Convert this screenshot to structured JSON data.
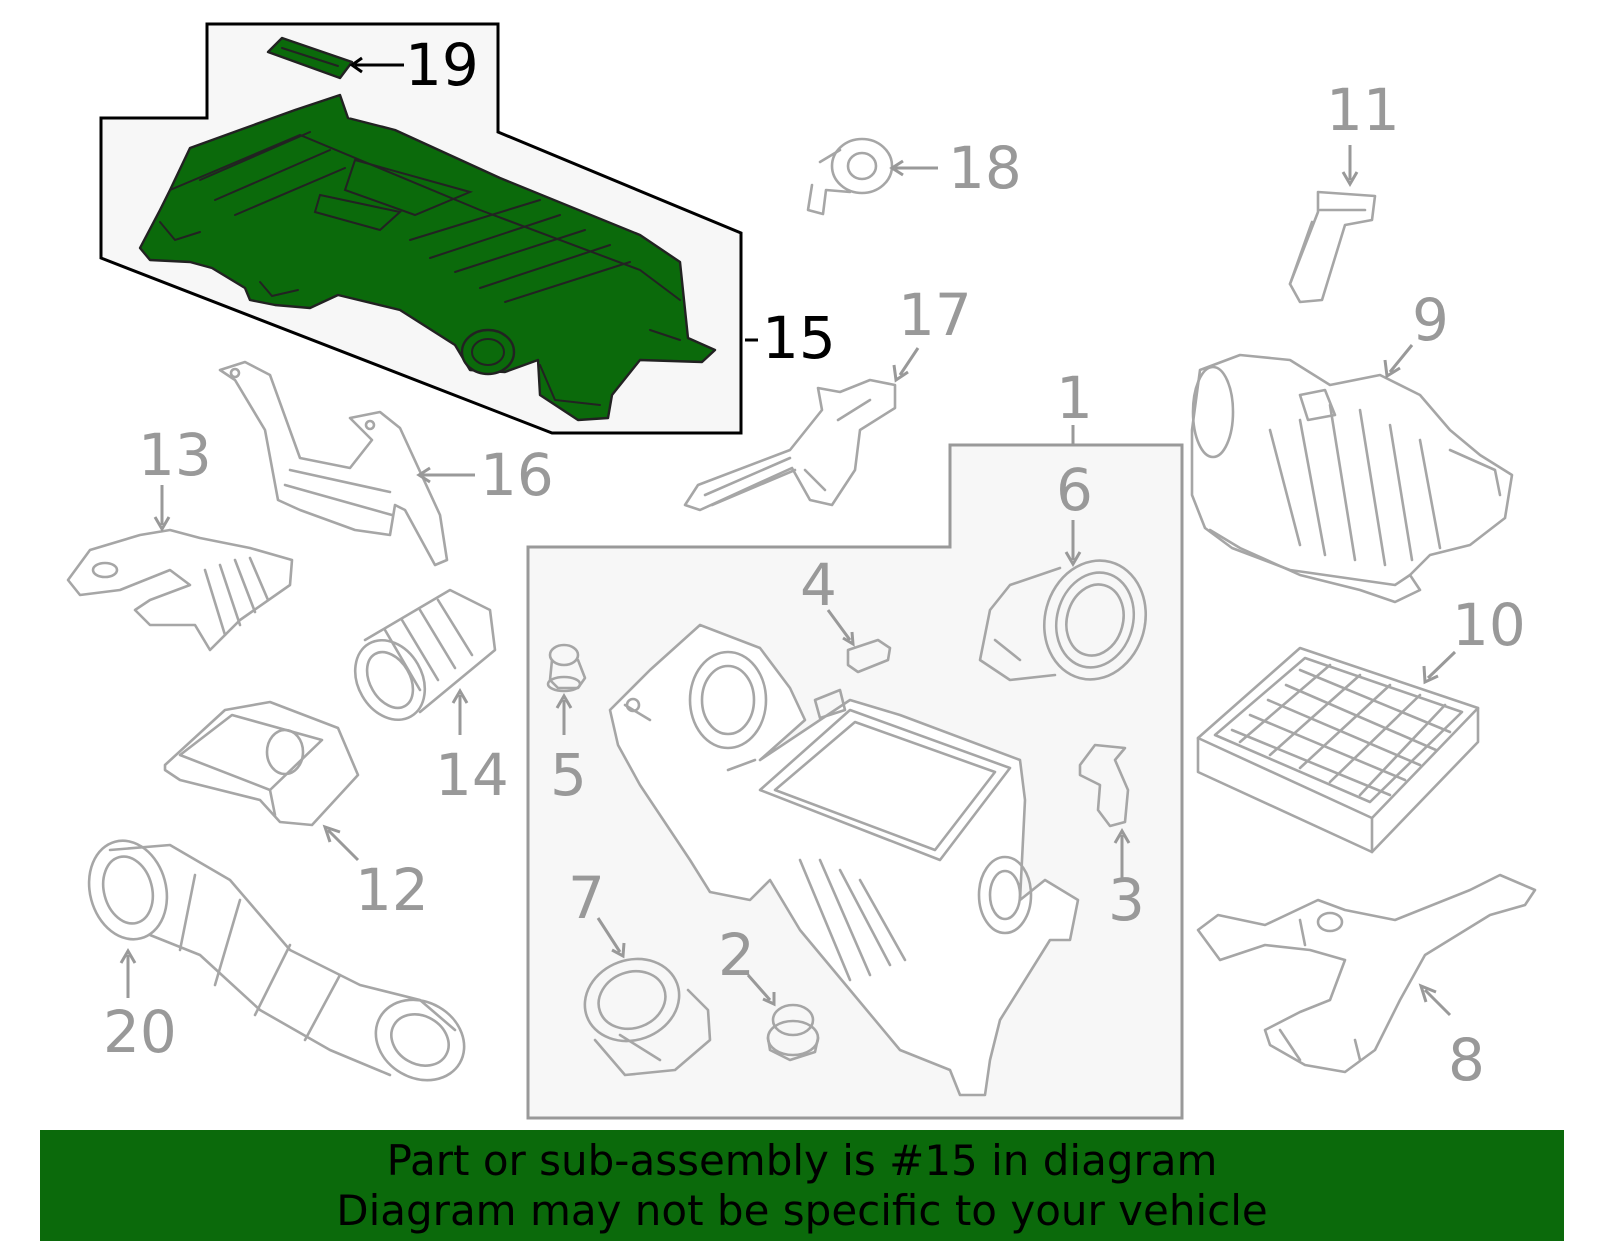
{
  "diagram": {
    "highlight_color": "#0b6a0b",
    "highlighted_part": "15",
    "callouts": {
      "c1": "1",
      "c2": "2",
      "c3": "3",
      "c4": "4",
      "c5": "5",
      "c6": "6",
      "c7": "7",
      "c8": "8",
      "c9": "9",
      "c10": "10",
      "c11": "11",
      "c12": "12",
      "c13": "13",
      "c14": "14",
      "c15": "15",
      "c16": "16",
      "c17": "17",
      "c18": "18",
      "c19": "19",
      "c20": "20"
    }
  },
  "banner": {
    "line1": "Part or sub-assembly is #15 in diagram",
    "line2": "Diagram may not be specific to your vehicle",
    "background": "#0b6a0b"
  }
}
